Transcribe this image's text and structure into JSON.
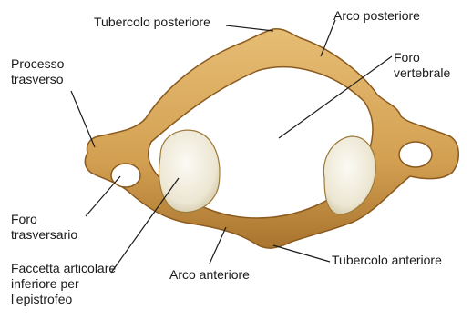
{
  "labels": {
    "tubercolo_posteriore": "Tubercolo posteriore",
    "arco_posteriore": "Arco posteriore",
    "processo_trasverso": "Processo\ntrasverso",
    "foro_vertebrale": "Foro\nvertebrale",
    "foro_trasversario": "Foro\ntrasversario",
    "faccetta_articolare": "Faccetta articolare\ninferiore per\nl'epistrofeo",
    "arco_anteriore": "Arco anteriore",
    "tubercolo_anteriore": "Tubercolo anteriore"
  },
  "caption": "",
  "colors": {
    "bone": "#d9a85a",
    "bone_dark": "#9c6a28",
    "facet": "#f1ede0",
    "leader": "#1a1a1a",
    "text": "#1a1a1a"
  }
}
